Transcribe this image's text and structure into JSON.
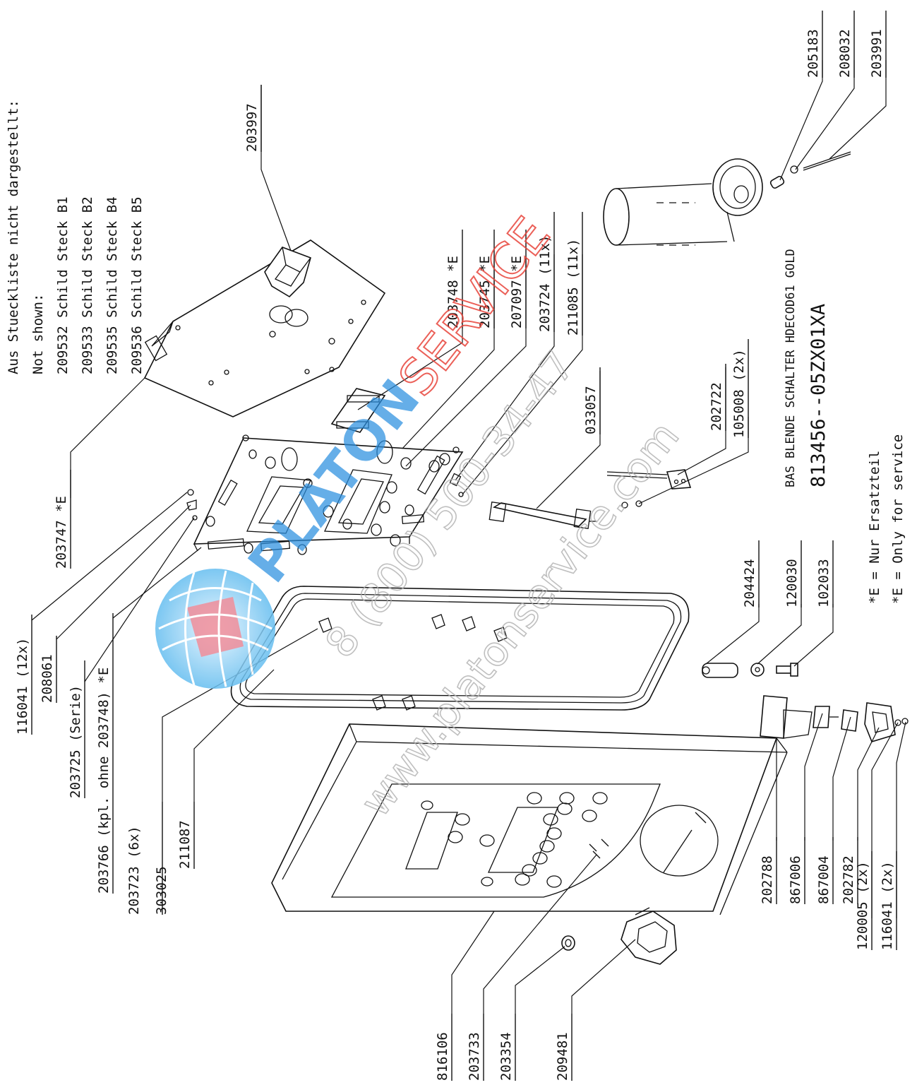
{
  "notes": {
    "line1": "Aus Stueckliste nicht dargestellt:",
    "line2": "Not shown:",
    "line3": "209532 Schild Steck B1",
    "line4": "209533 Schild Steck B2",
    "line5": "209535 Schild Steck B4",
    "line6": "209536 Schild Steck B5"
  },
  "labels": {
    "p203997": "203997",
    "p205183": "205183",
    "p208032": "208032",
    "p203991": "203991",
    "p203748e": "203748 *E",
    "p203745e": "203745 *E",
    "p207097e": "207097 *E",
    "p203724": "203724 (11x)",
    "p211085": "211085 (11x)",
    "p033057": "033057",
    "p202722": "202722",
    "p105008": "105008 (2x)",
    "p203747e": "203747 *E",
    "p116041_12": "116041 (12x)",
    "p208061": "208061",
    "p203725": "203725 (Serie)",
    "p203766": "203766 (kpl. ohne 203748) *E",
    "p203723": "203723 (6x)",
    "p303025": "303025",
    "p211087": "211087",
    "p204424": "204424",
    "p120030": "120030",
    "p102033": "102033",
    "p202788": "202788",
    "p867006": "867006",
    "p867004": "867004",
    "p202782": "202782",
    "p120005": "120005 (2x)",
    "p116041_2": "116041 (2x)",
    "p816106": "816106",
    "p203733": "203733",
    "p203354": "203354",
    "p209481": "209481"
  },
  "title": {
    "name": "BAS BLENDE SCHALTER HDECOD61 GOLD",
    "number": "813456--05ZX01XA"
  },
  "legend": {
    "line1": "*E = Nur Ersatzteil",
    "line2": "*E = Only for service"
  },
  "watermark": {
    "brand_blue": "PLATON",
    "brand_red": "SERVICE",
    "phone": "8 (800) 500-34-47",
    "url": "www.platonservice.com"
  },
  "colors": {
    "watermark_blue": "#2b8fe0",
    "watermark_red": "#e8453c",
    "watermark_gray": "#b0b0b0"
  }
}
